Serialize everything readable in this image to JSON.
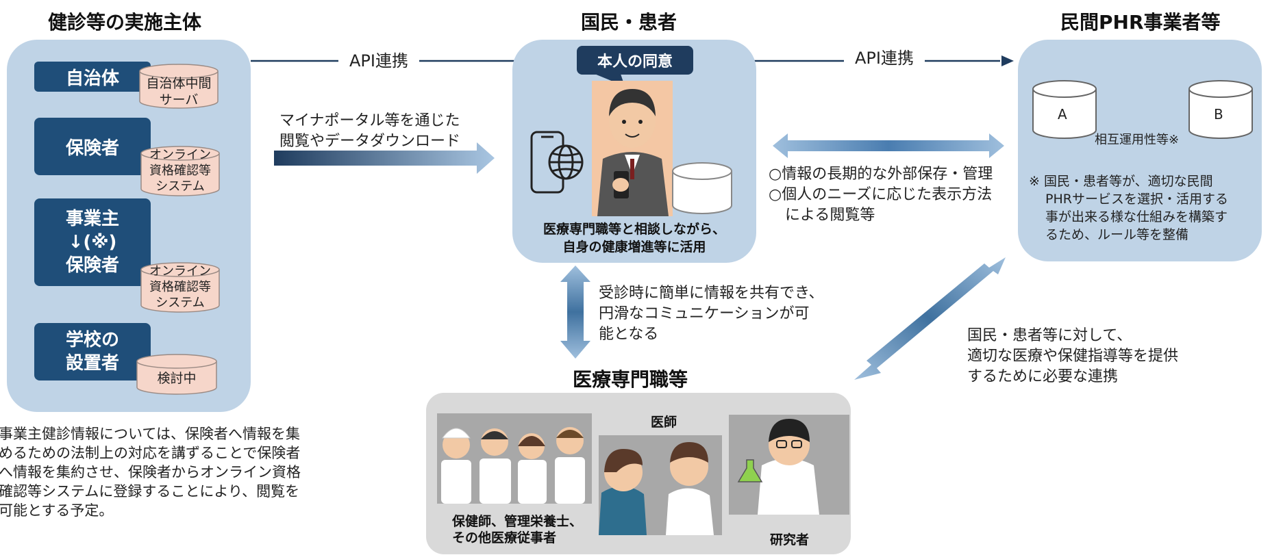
{
  "titles": {
    "left": "健診等の実施主体",
    "center": "国民・患者",
    "right": "民間PHR事業者等",
    "bottom": "医療専門職等"
  },
  "left_panel": {
    "entities": [
      {
        "label": "自治体",
        "server": [
          "自治体中間",
          "サーバ"
        ]
      },
      {
        "label": "保険者",
        "server": [
          "オンライン",
          "資格確認等",
          "システム"
        ]
      },
      {
        "label": [
          "事業主",
          "↓(※)",
          "保険者"
        ],
        "server": [
          "オンライン",
          "資格確認等",
          "システム"
        ]
      },
      {
        "label": [
          "学校の",
          "設置者"
        ],
        "server": [
          "検討中"
        ]
      }
    ],
    "footnote": [
      "事業主健診情報については、保険者へ情報を集",
      "めるための法制上の対応を講ずることで保険者",
      "へ情報を集約させ、保険者からオンライン資格",
      "確認等システムに登録することにより、閲覧を",
      "可能とする予定。"
    ]
  },
  "arrows": {
    "api_left": "API連携",
    "api_right": "API連携",
    "portal": [
      "マイナポータル等を通じた",
      "閲覧やデータダウンロード"
    ],
    "external": [
      "○情報の長期的な外部保存・管理",
      "○個人のニーズに応じた表示方法",
      "による閲覧等"
    ],
    "consult": [
      "受診時に簡単に情報を共有でき、",
      "円滑なコミュニケーションが可",
      "能となる"
    ],
    "cooperation": [
      "国民・患者等に対して、",
      "適切な医療や保健指導等を提供",
      "するために必要な連携"
    ]
  },
  "center_panel": {
    "consent": "本人の同意",
    "caption": [
      "医療専門職等と相談しながら、",
      "自身の健康増進等に活用"
    ]
  },
  "right_panel": {
    "db_a": "A",
    "db_b": "B",
    "interop": "相互運用性等※",
    "note": [
      "※ 国民・患者等が、適切な民間",
      "PHRサービスを選択・活用する",
      "事が出来る様な仕組みを構築す",
      "るため、ルール等を整備"
    ]
  },
  "bottom_panel": {
    "doctor": "医師",
    "staff": [
      "保健師、管理栄養士、",
      "その他医療従事者"
    ],
    "researcher": "研究者"
  },
  "colors": {
    "navy": "#1f4e79",
    "panel_blue": "#bfd3e6",
    "server_pink": "#f6d6ca",
    "gray_panel": "#d9d9d9"
  }
}
